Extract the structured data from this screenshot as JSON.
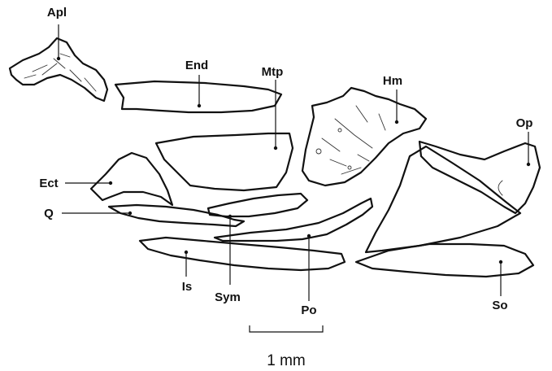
{
  "labels": {
    "apl": "Apl",
    "end": "End",
    "mtp": "Mtp",
    "hm": "Hm",
    "op": "Op",
    "ect": "Ect",
    "q": "Q",
    "is": "Is",
    "sym": "Sym",
    "po": "Po",
    "so": "So"
  },
  "scale_bar": {
    "label": "1 mm"
  },
  "colors": {
    "ink": "#111111",
    "background": "#ffffff"
  }
}
